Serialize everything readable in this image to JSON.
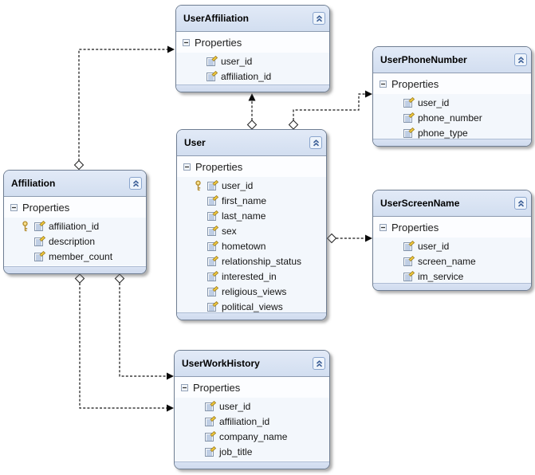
{
  "diagram": {
    "kind": "entity-relationship-designer",
    "background": "#ffffff",
    "colors": {
      "entity_header": "#d8e2f3",
      "entity_body": "#fcfdff",
      "entity_rows_bg": "#f3f7fc",
      "entity_border": "#6e7d92",
      "connector": "#141414",
      "key_icon_gold": "#e8c348",
      "collapse_glyph_blue": "#3b5e96"
    }
  },
  "icons": {
    "collapse": "double-chevron-up-icon",
    "expander": "minus-box-icon",
    "key": "key-icon",
    "property": "scalar-property-icon"
  },
  "entities": [
    {
      "title": "UserAffiliation",
      "properties_label": "Properties",
      "properties": [
        {
          "name": "user_id",
          "key": false
        },
        {
          "name": "affiliation_id",
          "key": false
        }
      ]
    },
    {
      "title": "UserPhoneNumber",
      "properties_label": "Properties",
      "properties": [
        {
          "name": "user_id",
          "key": false
        },
        {
          "name": "phone_number",
          "key": false
        },
        {
          "name": "phone_type",
          "key": false
        }
      ]
    },
    {
      "title": "User",
      "properties_label": "Properties",
      "properties": [
        {
          "name": "user_id",
          "key": true
        },
        {
          "name": "first_name",
          "key": false
        },
        {
          "name": "last_name",
          "key": false
        },
        {
          "name": "sex",
          "key": false
        },
        {
          "name": "hometown",
          "key": false
        },
        {
          "name": "relationship_status",
          "key": false
        },
        {
          "name": "interested_in",
          "key": false
        },
        {
          "name": "religious_views",
          "key": false
        },
        {
          "name": "political_views",
          "key": false
        }
      ]
    },
    {
      "title": "Affiliation",
      "properties_label": "Properties",
      "properties": [
        {
          "name": "affiliation_id",
          "key": true
        },
        {
          "name": "description",
          "key": false
        },
        {
          "name": "member_count",
          "key": false
        }
      ]
    },
    {
      "title": "UserScreenName",
      "properties_label": "Properties",
      "properties": [
        {
          "name": "user_id",
          "key": false
        },
        {
          "name": "screen_name",
          "key": false
        },
        {
          "name": "im_service",
          "key": false
        }
      ]
    },
    {
      "title": "UserWorkHistory",
      "properties_label": "Properties",
      "properties": [
        {
          "name": "user_id",
          "key": false
        },
        {
          "name": "affiliation_id",
          "key": false
        },
        {
          "name": "company_name",
          "key": false
        },
        {
          "name": "job_title",
          "key": false
        }
      ]
    }
  ],
  "connectors": [
    {
      "from": "Affiliation",
      "to": "UserAffiliation",
      "source_end": "diamond",
      "target_end": "arrow",
      "style": "dashed"
    },
    {
      "from": "User",
      "to": "UserAffiliation",
      "source_end": "diamond",
      "target_end": "arrow",
      "style": "dashed"
    },
    {
      "from": "User",
      "to": "UserPhoneNumber",
      "source_end": "diamond",
      "target_end": "arrow",
      "style": "dashed"
    },
    {
      "from": "User",
      "to": "UserScreenName",
      "source_end": "diamond",
      "target_end": "arrow",
      "style": "dashed"
    },
    {
      "from": "Affiliation",
      "to": "UserWorkHistory",
      "source_end": "diamond",
      "target_end": "arrow",
      "style": "dashed"
    },
    {
      "from": "Affiliation",
      "to": "UserWorkHistory",
      "source_end": "diamond",
      "target_end": "arrow",
      "style": "dashed"
    }
  ]
}
